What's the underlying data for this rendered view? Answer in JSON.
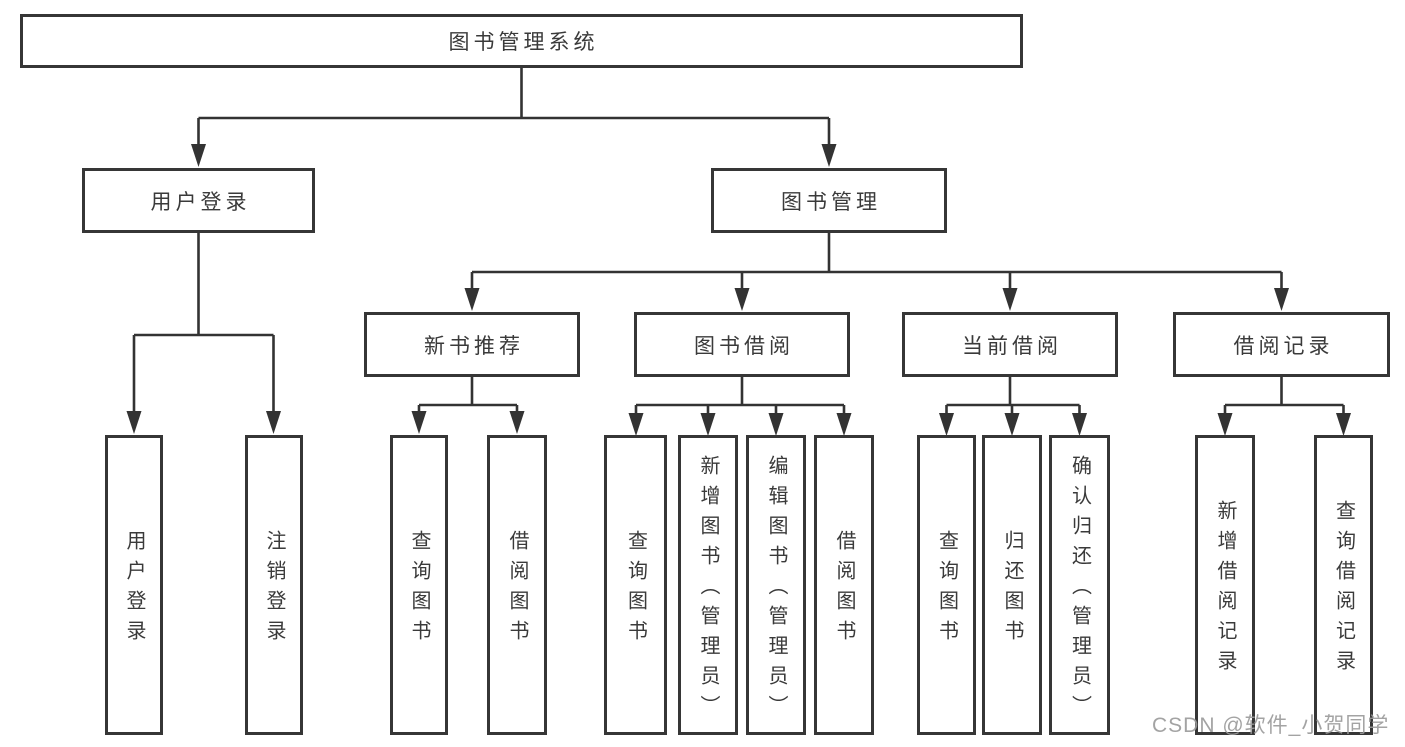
{
  "diagram": {
    "type": "hierarchy-flowchart",
    "root": {
      "label": "图书管理系统"
    },
    "level2": [
      {
        "label": "用户登录"
      },
      {
        "label": "图书管理"
      }
    ],
    "level3": [
      {
        "label": "新书推荐",
        "parent": "图书管理"
      },
      {
        "label": "图书借阅",
        "parent": "图书管理"
      },
      {
        "label": "当前借阅",
        "parent": "图书管理"
      },
      {
        "label": "借阅记录",
        "parent": "图书管理"
      }
    ],
    "leaves": [
      {
        "label": "用户登录",
        "parent": "用户登录"
      },
      {
        "label": "注销登录",
        "parent": "用户登录"
      },
      {
        "label": "查询图书",
        "parent": "新书推荐"
      },
      {
        "label": "借阅图书",
        "parent": "新书推荐"
      },
      {
        "label": "查询图书",
        "parent": "图书借阅"
      },
      {
        "label": "新增图书（管理员）",
        "parent": "图书借阅"
      },
      {
        "label": "编辑图书（管理员）",
        "parent": "图书借阅"
      },
      {
        "label": "借阅图书",
        "parent": "图书借阅"
      },
      {
        "label": "查询图书",
        "parent": "当前借阅"
      },
      {
        "label": "归还图书",
        "parent": "当前借阅"
      },
      {
        "label": "确认归还（管理员）",
        "parent": "当前借阅"
      },
      {
        "label": "新增借阅记录",
        "parent": "借阅记录"
      },
      {
        "label": "查询借阅记录",
        "parent": "借阅记录"
      }
    ],
    "colors": {
      "line": "#333333",
      "box_border": "#363636",
      "text": "#3a3a3a",
      "background": "#ffffff"
    }
  },
  "watermark": {
    "text": "CSDN @软件_小贺同学",
    "color": "#9b9b9b"
  }
}
